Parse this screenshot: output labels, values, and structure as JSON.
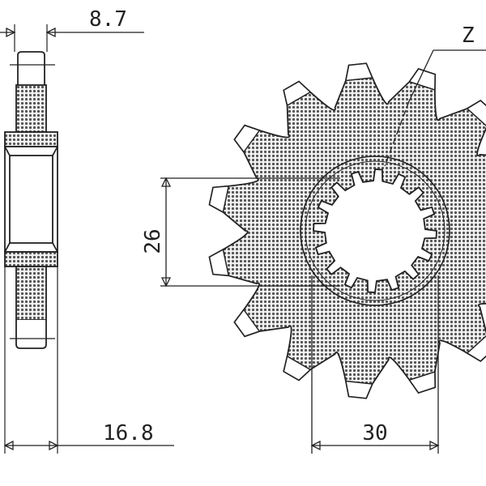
{
  "diagram": {
    "subject": "sprocket",
    "dimensions": {
      "hub_width": "8.7",
      "overall_width": "16.8",
      "bore_height": "26",
      "hub_diameter": "30",
      "teeth_label": "Z"
    },
    "colors": {
      "line": "#222222",
      "hatch": "#555555",
      "background": "#ffffff"
    }
  }
}
